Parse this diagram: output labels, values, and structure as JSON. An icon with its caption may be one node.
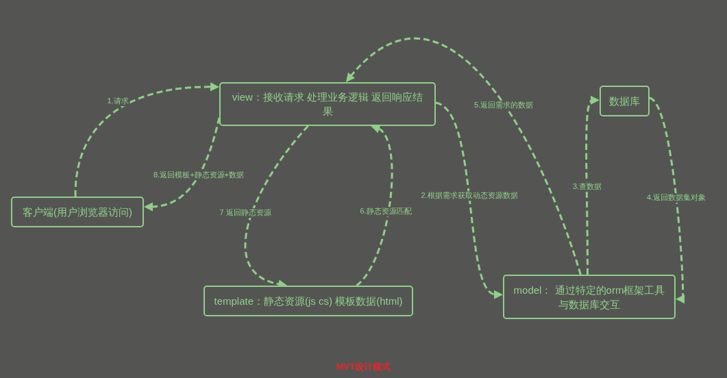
{
  "diagram": {
    "caption": "MVT设计模式",
    "nodes": [
      {
        "text": [
          "view：接收请求 处理业务逻辑 返回响应结果"
        ]
      },
      {
        "text": [
          "数据库"
        ]
      },
      {
        "text": [
          "客户端(用户浏览器访问)"
        ]
      },
      {
        "text": [
          "template：静态资源(js cs) 模板数据(html)"
        ]
      },
      {
        "text": [
          "model： 通过特定的orm框架工具与数据库交互"
        ]
      }
    ],
    "edges": [
      {
        "from": 2,
        "to": 0,
        "arrow": "to",
        "label": "1.请求",
        "style": "dashed"
      },
      {
        "from": 0,
        "to": 4,
        "arrow": "to",
        "label": "2.根据需求获取动态资源数据",
        "style": "dashed"
      },
      {
        "from": 4,
        "to": 1,
        "arrow": "to",
        "label": "3.查数据",
        "style": "dashed"
      },
      {
        "from": 1,
        "to": 4,
        "arrow": "to",
        "label": "4.返回数据集对象",
        "style": "dashed"
      },
      {
        "from": 4,
        "to": 0,
        "arrow": "to",
        "label": "5.返回需求的数据",
        "style": "dashed"
      },
      {
        "from": 3,
        "to": 0,
        "arrow": "to",
        "label": "6.静态资源匹配",
        "style": "dashed"
      },
      {
        "from": 0,
        "to": 3,
        "arrow": "to",
        "label": "7 返回静态资源",
        "style": "dashed"
      },
      {
        "from": 0,
        "to": 2,
        "arrow": "to",
        "label": "8.返回模板+静态资源+数据",
        "style": "dashed"
      }
    ]
  }
}
